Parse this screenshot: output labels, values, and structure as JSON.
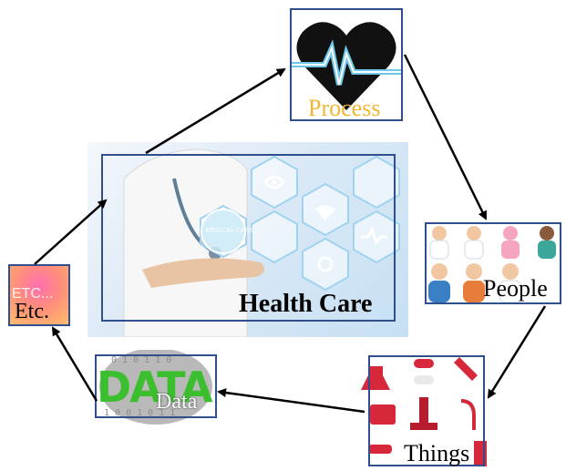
{
  "center": {
    "label": "Health Care",
    "badge": "MEDICAL CARE"
  },
  "nodes": {
    "process": {
      "label": "Process"
    },
    "people": {
      "label": "People"
    },
    "things": {
      "label": "Things"
    },
    "data": {
      "label": "Data",
      "word": "DATA"
    },
    "etc": {
      "label": "Etc.",
      "word": "ETC..."
    }
  },
  "colors": {
    "frame": "#2f4f8f",
    "process_label": "#f2b632",
    "heart": "#111111",
    "pulse": "#6ec6e8",
    "data_word": "#3cbf2e"
  },
  "flow": [
    "Health Care",
    "Process",
    "People",
    "Things",
    "Data",
    "Etc.",
    "Health Care"
  ]
}
